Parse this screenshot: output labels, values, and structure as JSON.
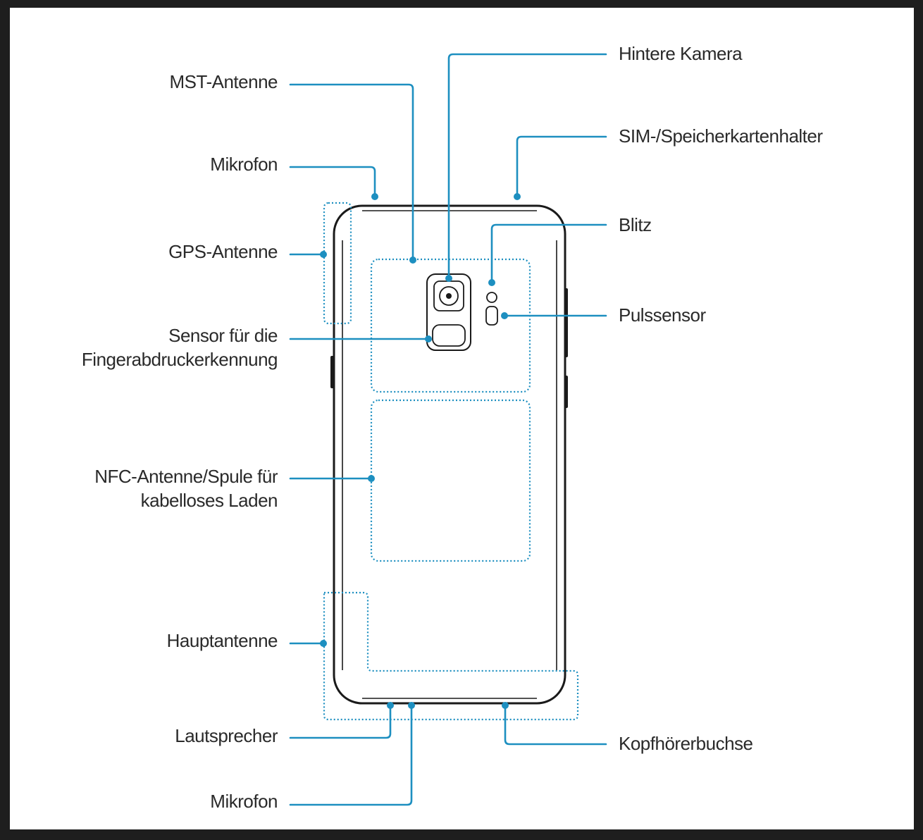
{
  "labels": {
    "mst_antenna": "MST-Antenne",
    "microphone_top": "Mikrofon",
    "gps_antenna": "GPS-Antenne",
    "fingerprint_sensor": [
      "Sensor für die",
      "Fingerabdruckerkennung"
    ],
    "nfc_antenna": [
      "NFC-Antenne/Spule für",
      "kabelloses Laden"
    ],
    "main_antenna": "Hauptantenne",
    "speaker": "Lautsprecher",
    "microphone_bottom": "Mikrofon",
    "rear_camera": "Hintere Kamera",
    "sim_tray": "SIM-/Speicherkartenhalter",
    "flash": "Blitz",
    "heart_rate_sensor": "Pulssensor",
    "headphone_jack": "Kopfhörerbuchse"
  },
  "colors": {
    "leader": "#1d8fc0",
    "outline": "#1a1a1a",
    "text": "#2a2a2a"
  }
}
